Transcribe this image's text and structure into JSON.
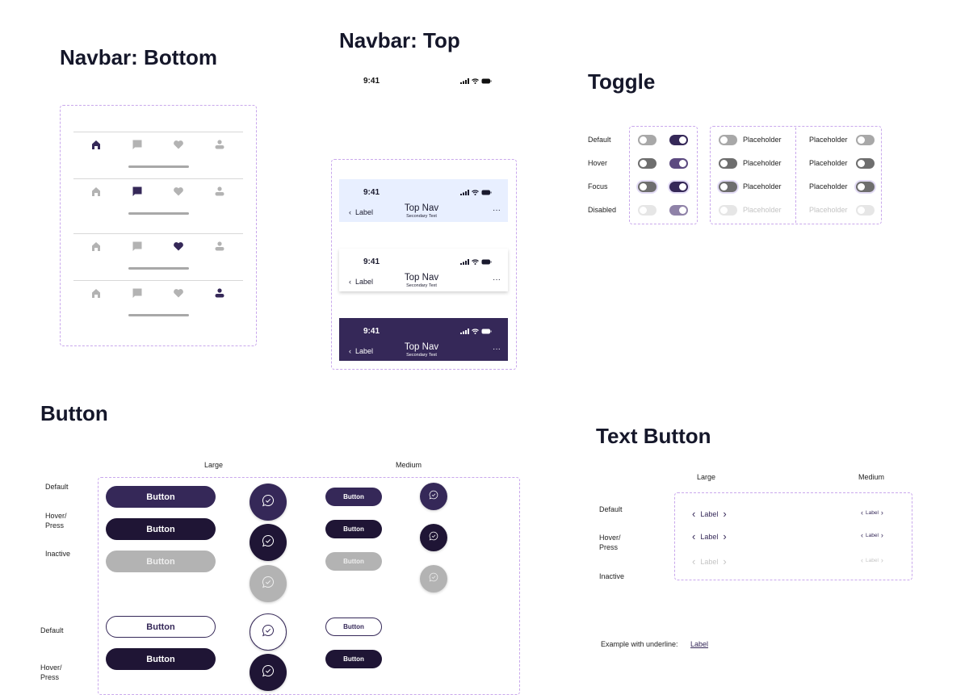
{
  "titles": {
    "navbar_bottom": "Navbar: Bottom",
    "navbar_top": "Navbar: Top",
    "toggle": "Toggle",
    "button": "Button",
    "text_button": "Text Button"
  },
  "colors": {
    "primary": "#352858",
    "primary_dark": "#1f1535",
    "inactive": "#b3b3b3",
    "hover_toggle": "#5c4a80",
    "light_bg": "#e8efff",
    "outline": "#c9a8ec"
  },
  "status_bar": {
    "time": "9:41",
    "icons": [
      "signal-icon",
      "wifi-icon",
      "battery-icon"
    ]
  },
  "navbar_bottom": {
    "icons": [
      "home-icon",
      "chat-icon",
      "heart-icon",
      "person-icon"
    ],
    "active_index_per_row": [
      0,
      1,
      2,
      3
    ]
  },
  "navbar_top": {
    "variants": [
      {
        "theme": "light-blue",
        "time": "9:41",
        "back_label": "Label",
        "title": "Top Nav",
        "subtitle": "Secondary Text",
        "more": "···"
      },
      {
        "theme": "white",
        "time": "9:41",
        "back_label": "Label",
        "title": "Top Nav",
        "subtitle": "Secondary Text",
        "more": "···"
      },
      {
        "theme": "dark",
        "time": "9:41",
        "back_label": "Label",
        "title": "Top Nav",
        "subtitle": "Secondary Text",
        "more": "···"
      }
    ]
  },
  "toggle": {
    "states": [
      "Default",
      "Hover",
      "Focus",
      "Disabled"
    ],
    "placeholder": "Placeholder"
  },
  "button": {
    "col_large": "Large",
    "col_medium": "Medium",
    "row_labels": [
      "Default",
      "Hover/\nPress",
      "Inactive",
      "Default",
      "Hover/\nPress"
    ],
    "label": "Button",
    "icon": "chat-check-icon"
  },
  "text_button": {
    "col_large": "Large",
    "col_medium": "Medium",
    "row_labels": [
      "Default",
      "Hover/\nPress",
      "Inactive"
    ],
    "label": "Label",
    "underline_caption": "Example with underline:",
    "underline_label": "Label"
  }
}
